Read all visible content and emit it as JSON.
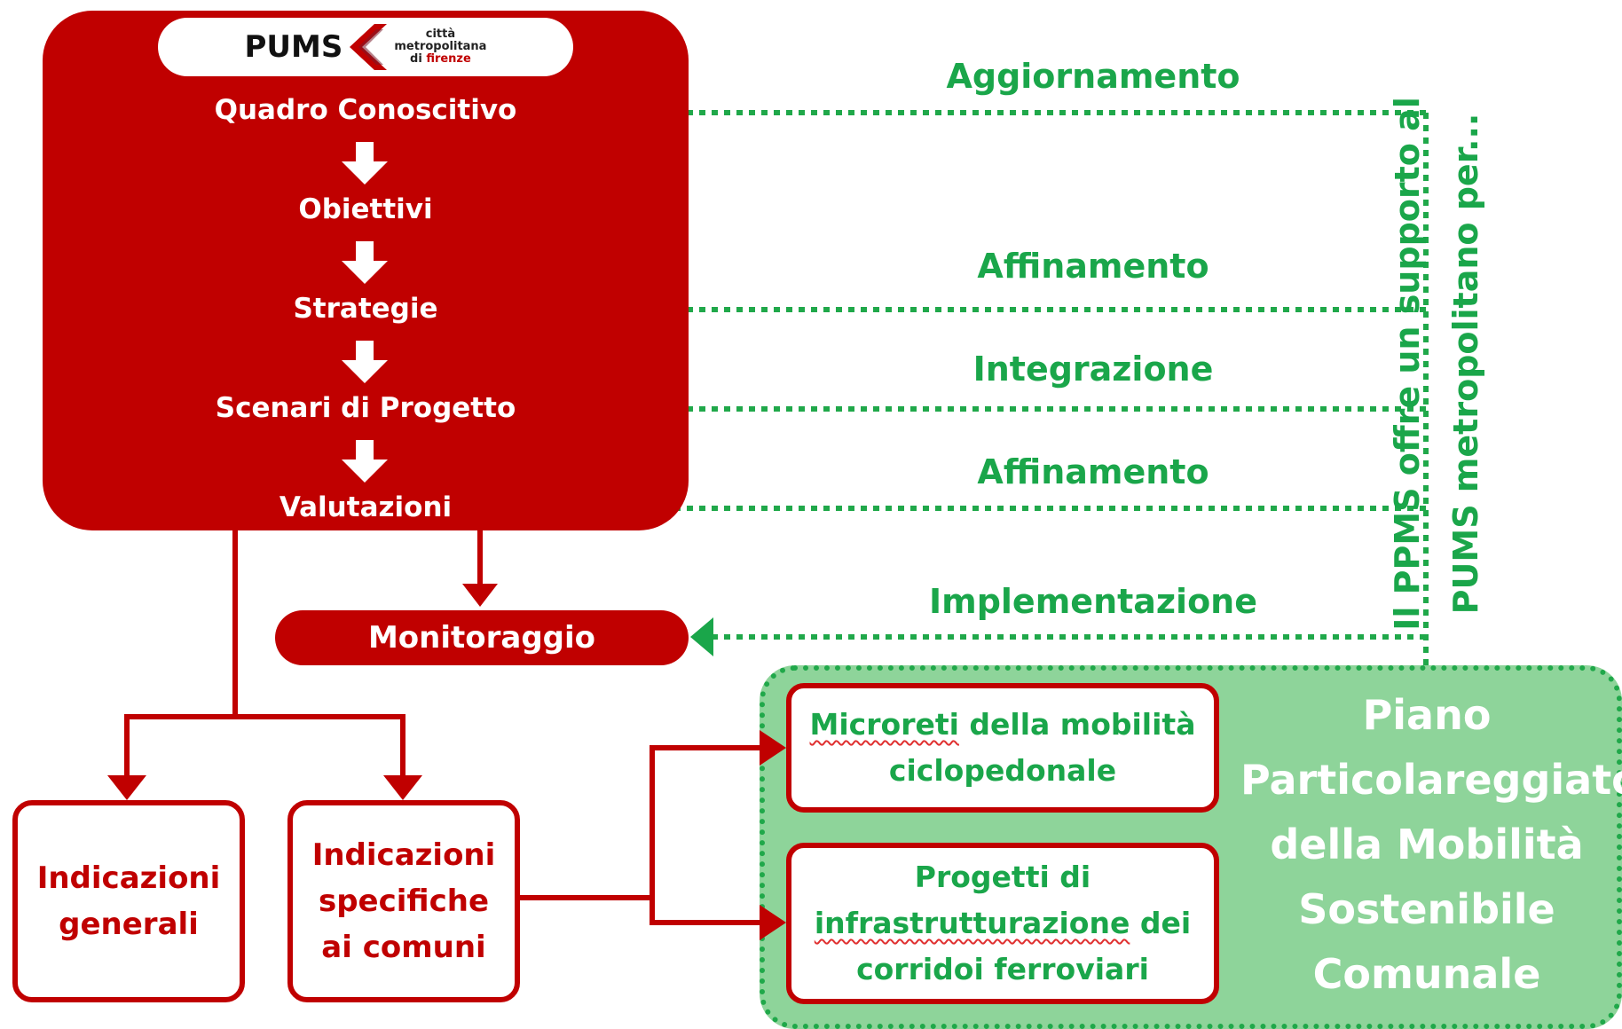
{
  "pums_block": {
    "logo": {
      "text": "PUMS",
      "sub1": "città",
      "sub2": "metropolitana",
      "sub3_prefix": "di ",
      "sub3_highlight": "firenze"
    },
    "steps": [
      "Quadro Conoscitivo",
      "Obiettivi",
      "Strategie",
      "Scenari di Progetto",
      "Valutazioni"
    ]
  },
  "monitoraggio": "Monitoraggio",
  "indicazioni": {
    "generali": [
      "Indicazioni",
      "generali"
    ],
    "specifiche": [
      "Indicazioni",
      "specifiche",
      "ai comuni"
    ]
  },
  "ppms": {
    "microreti": {
      "word1": "Microreti",
      "rest1": " della mobilità",
      "line2": "ciclopedonale"
    },
    "progetti": {
      "line1": "Progetti di",
      "word2": "infrastrutturazione",
      "rest2": " dei",
      "line3": "corridoi ferroviari"
    },
    "title": [
      "Piano",
      "Particolareggiato",
      "della Mobilità",
      "Sostenibile",
      "Comunale"
    ]
  },
  "labels": {
    "aggiornamento": "Aggiornamento",
    "affinamento1": "Affinamento",
    "integrazione": "Integrazione",
    "affinamento2": "Affinamento",
    "implementazione": "Implementazione"
  },
  "vertical": [
    "Il PPMS offre un supporto al",
    "PUMS metropolitano per..."
  ],
  "colors": {
    "red": "#c00000",
    "green": "#1aa64a",
    "light_green": "#8ed49a",
    "dotted_green": "#20a84a"
  }
}
